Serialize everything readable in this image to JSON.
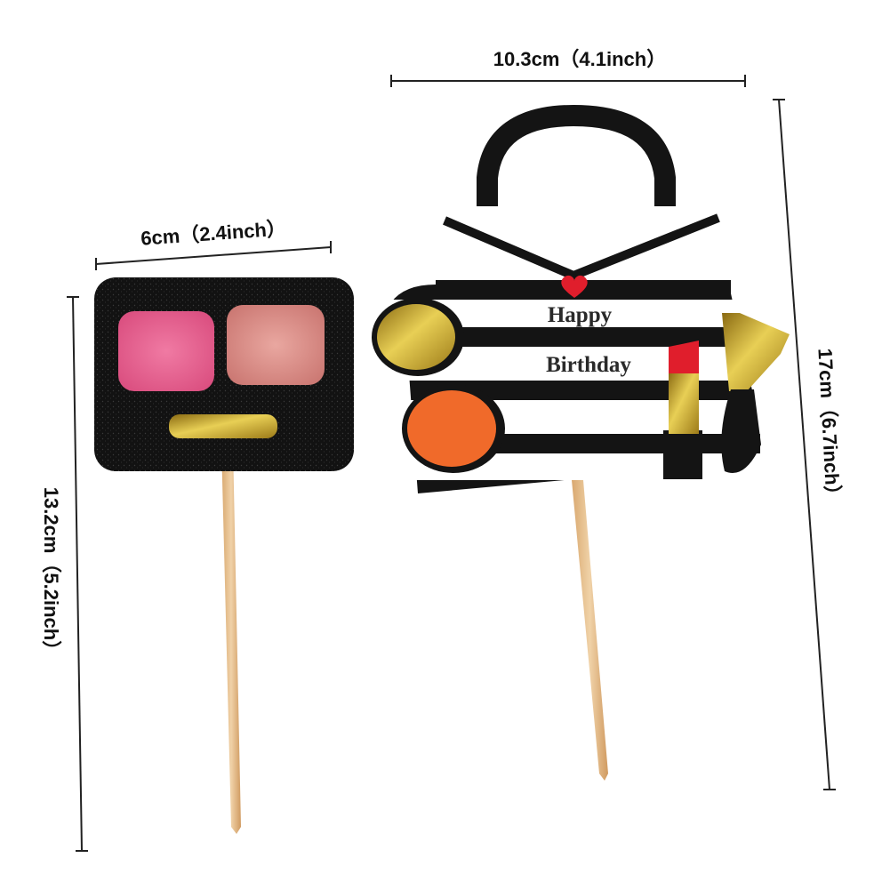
{
  "dimensions": {
    "small_width": "6cm（2.4inch）",
    "small_height": "13.2cm（5.2inch）",
    "large_width": "10.3cm（4.1inch）",
    "large_height": "17cm（6.7inch）"
  },
  "topper_text": {
    "line1": "Happy",
    "line2": "Birthday"
  },
  "colors": {
    "black": "#141414",
    "pink_glitter": "#e8588a",
    "rose_glitter": "#d98c88",
    "gold": "#c9a72a",
    "orange": "#f06a2a",
    "red": "#e01e2c",
    "wood": "#e2bd8d"
  }
}
